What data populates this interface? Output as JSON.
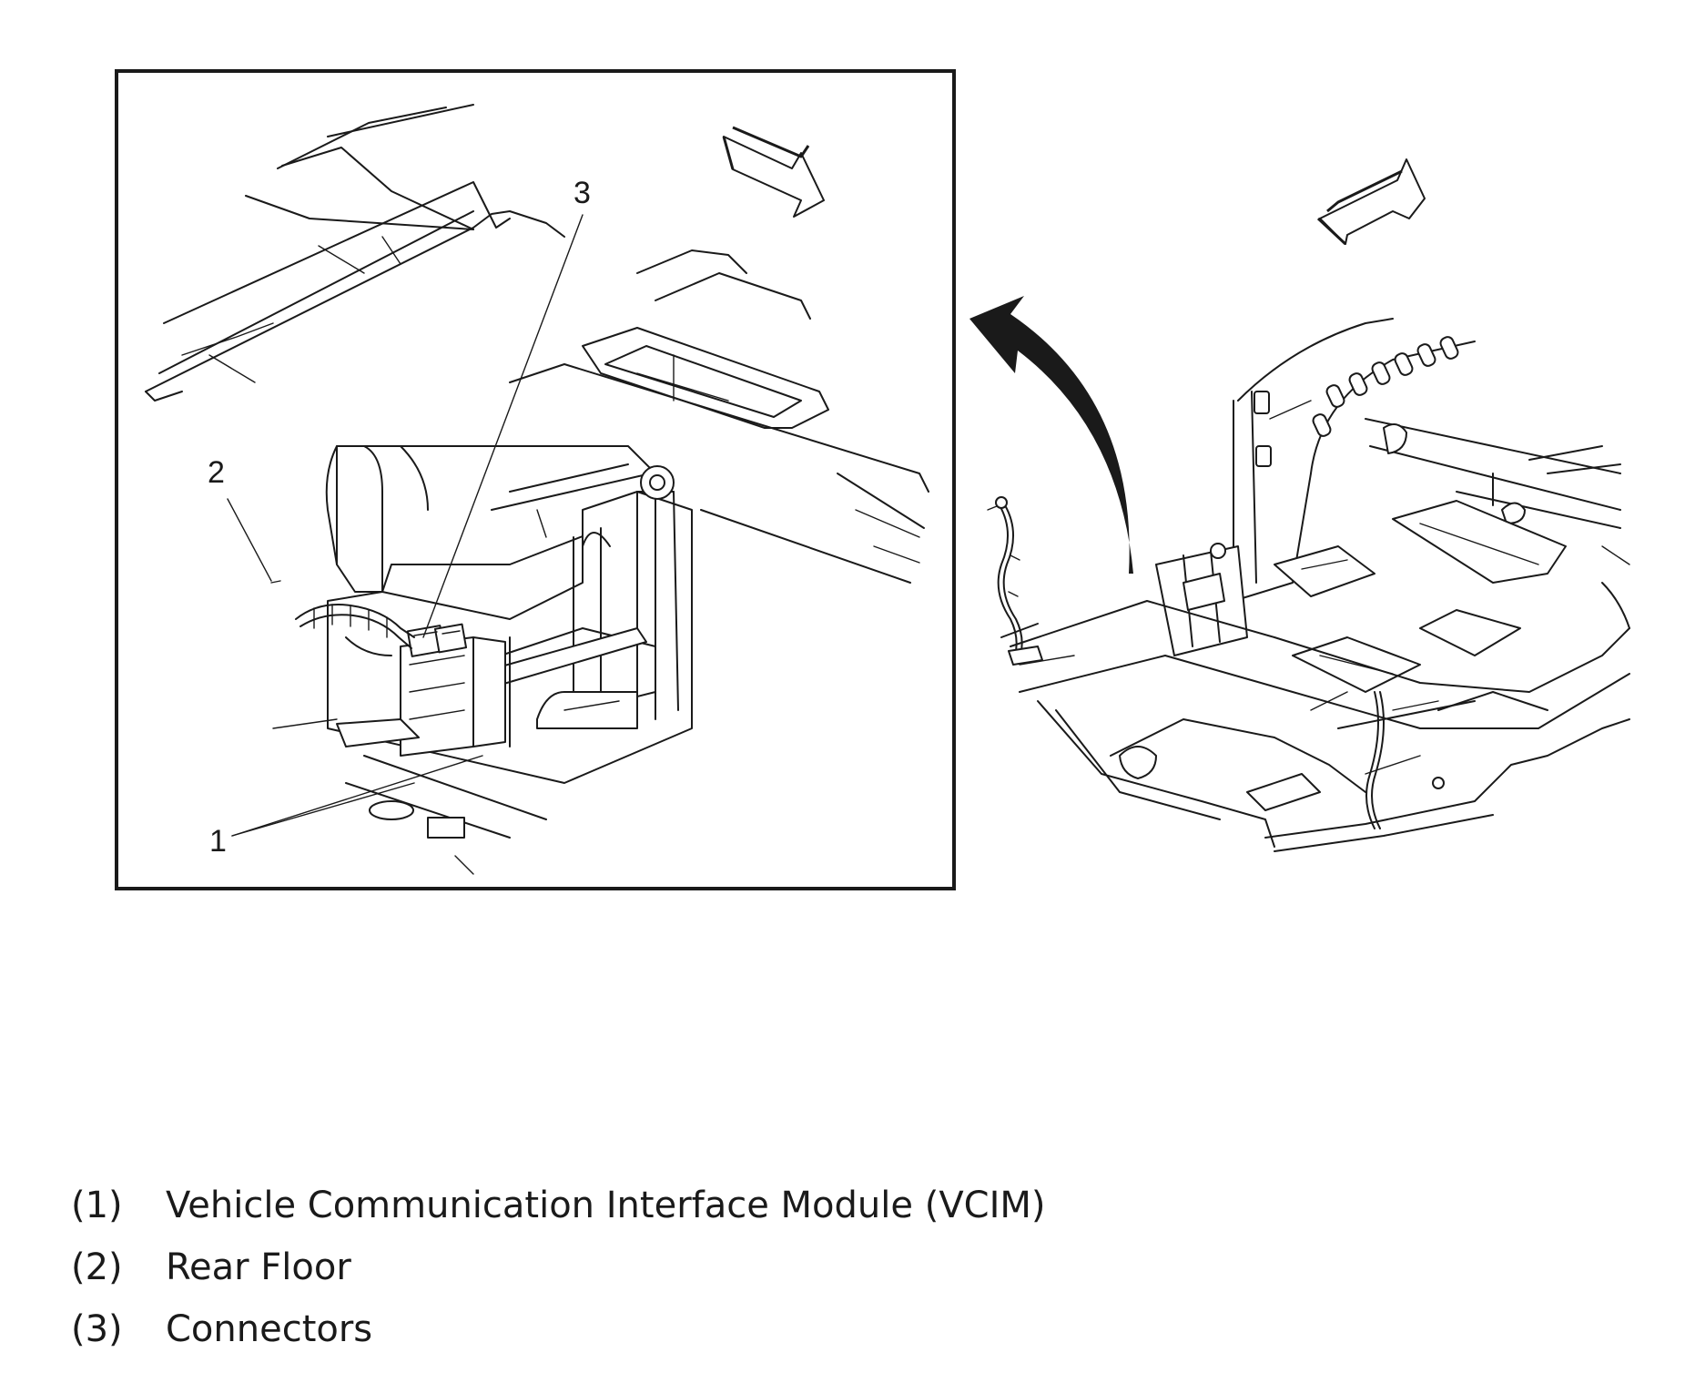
{
  "callouts": {
    "c1": "1",
    "c2": "2",
    "c3": "3"
  },
  "legend": [
    {
      "num": "(1)",
      "label": "Vehicle Communication Interface Module (VCIM)"
    },
    {
      "num": "(2)",
      "label": "Rear Floor"
    },
    {
      "num": "(3)",
      "label": "Connectors"
    }
  ]
}
